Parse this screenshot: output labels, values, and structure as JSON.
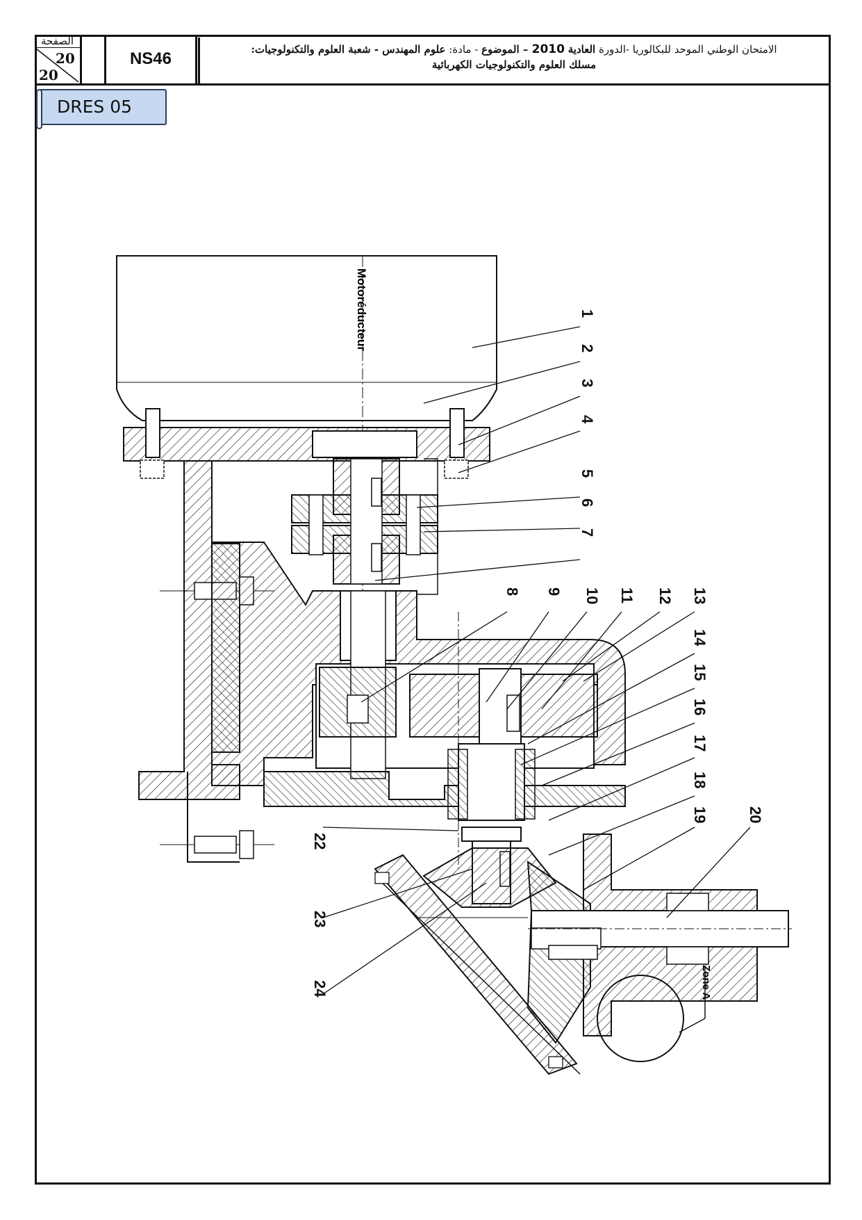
{
  "header": {
    "page_label": "الصفحة",
    "page_number": "20",
    "page_total": "20",
    "subject_code": "NS46",
    "title_line1_prefix": "الامتحان الوطني الموحد للبكالوريا -الدورة ",
    "title_line1_session": "العادية",
    "title_line1_year": "2010",
    "title_line1_mid": " – الموضوع",
    "title_line1_subject_prefix": " - مادة: ",
    "title_line1_subject": "علوم المهندس",
    "title_line1_branch": " - شعبة العلوم والتكنولوجيات:",
    "title_line2": "مسلك العلوم والتكنولوجيات الكهربائية"
  },
  "doc_ref": "DRES 05",
  "drawing": {
    "motor_label": "Motoréducteur",
    "zone_label": "Zone A",
    "part_numbers": [
      "1",
      "2",
      "3",
      "4",
      "5",
      "6",
      "7",
      "8",
      "9",
      "10",
      "11",
      "12",
      "13",
      "14",
      "15",
      "16",
      "17",
      "18",
      "19",
      "20",
      "22",
      "23",
      "24"
    ]
  }
}
